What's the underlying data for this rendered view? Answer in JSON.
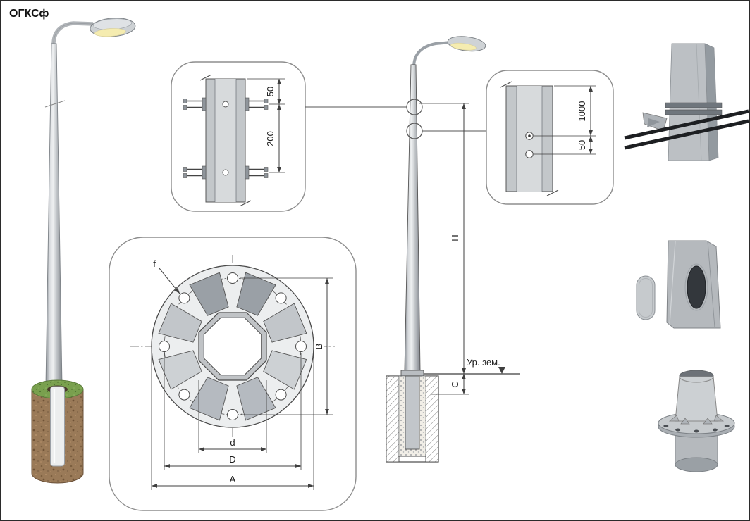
{
  "title": "ОГКСф",
  "colors": {
    "metal": "#c3c7ca",
    "metal_dark": "#8f959b",
    "line": "#3f3f3f",
    "soil_brown": "#9a7a58",
    "grass_green": "#79a04e",
    "lamp_glow": "#f5ecb0",
    "background": "#ffffff"
  },
  "clamp_detail": {
    "dim_top": "50",
    "dim_between": "200"
  },
  "hole_detail": {
    "dim_top": "1000",
    "dim_bottom": "50"
  },
  "flange_detail": {
    "label_f": "f",
    "label_B": "B",
    "label_d": "d",
    "label_D": "D",
    "label_A": "A"
  },
  "elevation": {
    "label_H": "H",
    "label_C": "C",
    "ground_label": "Ур. зем."
  }
}
